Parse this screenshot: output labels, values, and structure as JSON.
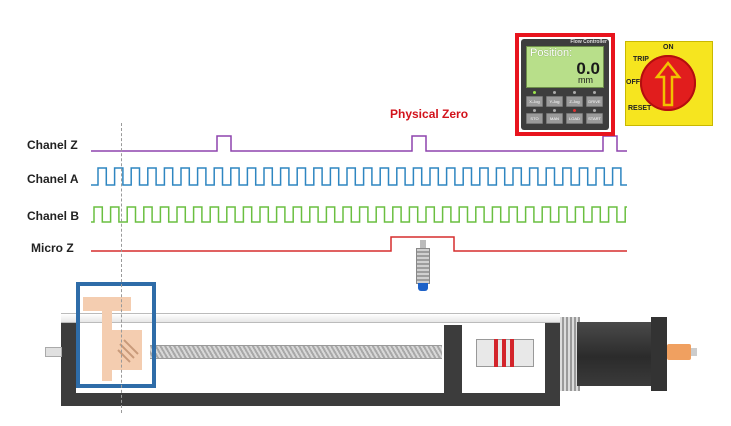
{
  "channels": [
    {
      "label": "Chanel Z",
      "color": "#8e44ad"
    },
    {
      "label": "Chanel A",
      "color": "#2e86c1"
    },
    {
      "label": "Chanel B",
      "color": "#6abf40"
    },
    {
      "label": "Micro Z",
      "color": "#d62d2d"
    }
  ],
  "annotation": {
    "physical_zero": "Physical Zero",
    "color": "#d2121b"
  },
  "controller": {
    "header": "Flow Controller",
    "display_label": "Position:",
    "display_value": "0.0",
    "display_unit": "mm",
    "buttons_row1": [
      "X-Jog",
      "Y-Jog",
      "Z-Jog",
      "DRIVE"
    ],
    "buttons_row2": [
      "STO",
      "MAN",
      "LOAD",
      "START"
    ],
    "frame_color": "#e8141e"
  },
  "switch": {
    "labels": {
      "on": "ON",
      "trip": "TRIP",
      "off": "OFF",
      "reset": "RESET"
    },
    "plate_color": "#f6e51f",
    "knob_color": "#e11d1d"
  },
  "stage": {
    "highlight_color": "#2e6ca8",
    "carriage_color": "#f4cdb0"
  }
}
